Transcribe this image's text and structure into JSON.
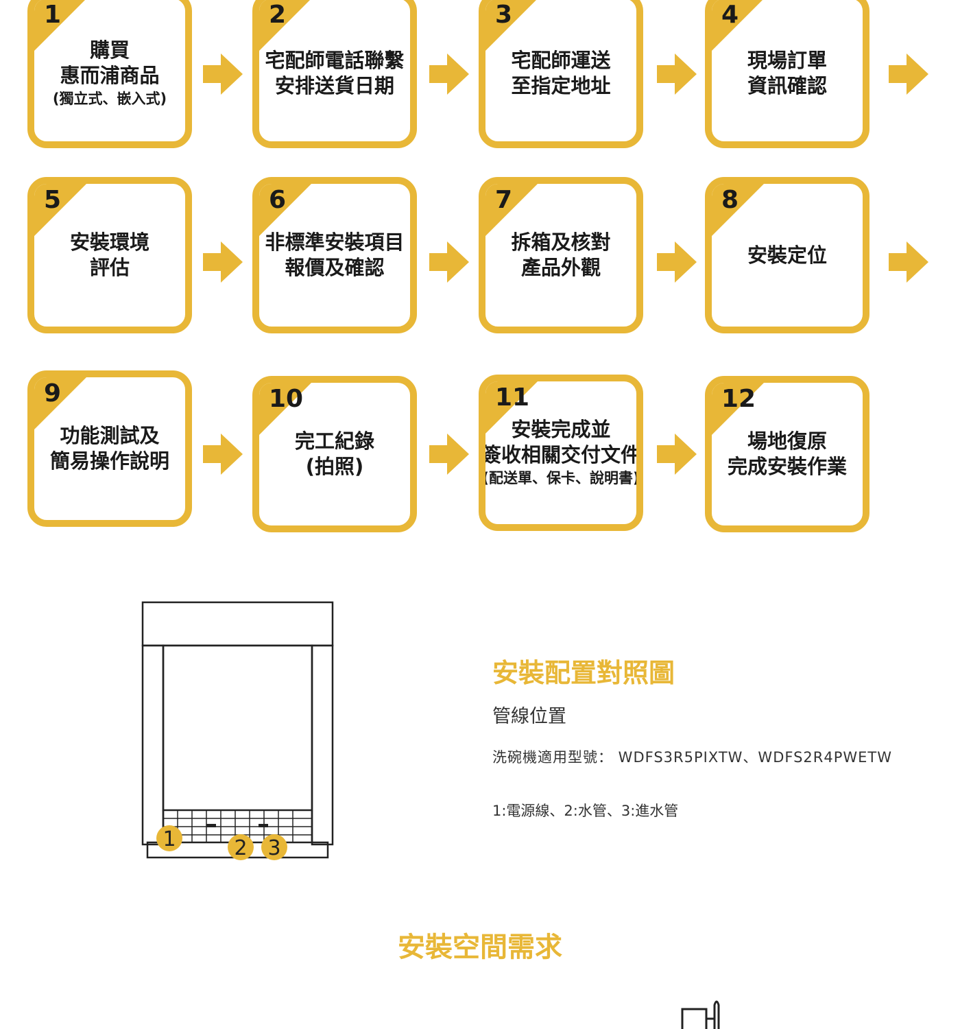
{
  "steps": [
    {
      "num": "1",
      "lines": [
        "購買",
        "惠而浦商品"
      ],
      "sub": "(獨立式、嵌入式)"
    },
    {
      "num": "2",
      "lines": [
        "宅配師電話聯繫",
        "安排送貨日期"
      ],
      "sub": ""
    },
    {
      "num": "3",
      "lines": [
        "宅配師運送",
        "至指定地址"
      ],
      "sub": ""
    },
    {
      "num": "4",
      "lines": [
        "現場訂單",
        "資訊確認"
      ],
      "sub": ""
    },
    {
      "num": "5",
      "lines": [
        "安裝環境",
        "評估"
      ],
      "sub": ""
    },
    {
      "num": "6",
      "lines": [
        "非標準安裝項目",
        "報價及確認"
      ],
      "sub": ""
    },
    {
      "num": "7",
      "lines": [
        "拆箱及核對",
        "產品外觀"
      ],
      "sub": ""
    },
    {
      "num": "8",
      "lines": [
        "安裝定位"
      ],
      "sub": ""
    },
    {
      "num": "9",
      "lines": [
        "功能測試及",
        "簡易操作說明"
      ],
      "sub": ""
    },
    {
      "num": "10",
      "lines": [
        "完工紀錄",
        "(拍照)"
      ],
      "sub": ""
    },
    {
      "num": "11",
      "lines": [
        "安裝完成並",
        "簽收相關交付文件"
      ],
      "sub": "(配送單、保卡、說明書)"
    },
    {
      "num": "12",
      "lines": [
        "場地復原",
        "完成安裝作業"
      ],
      "sub": ""
    }
  ],
  "config": {
    "title": "安裝配置對照圖",
    "subtitle": "管線位置",
    "model_line": "洗碗機適用型號： WDFS3R5PIXTW、WDFS2R4PWETW",
    "legend": "1:電源線、2:水管、3:進水管",
    "markers": [
      "1",
      "2",
      "3"
    ]
  },
  "space": {
    "title": "安裝空間需求"
  },
  "colors": {
    "accent": "#e8b737",
    "text": "#1a1a1a"
  }
}
